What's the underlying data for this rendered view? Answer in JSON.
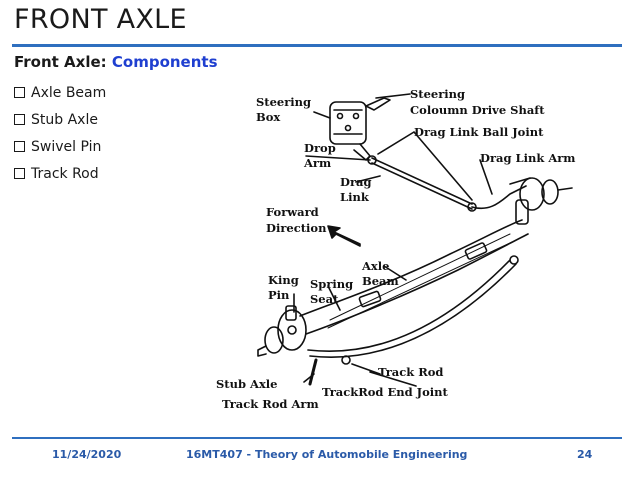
{
  "slide": {
    "title": "FRONT AXLE",
    "subtitle_prefix": "Front Axle: ",
    "subtitle_accent": "Components",
    "bullets": [
      "Axle Beam",
      "Stub Axle",
      "Swivel Pin",
      "Track Rod"
    ]
  },
  "figure": {
    "labels": {
      "steering_box_1": "Steering",
      "steering_box_2": "Box",
      "steering_col_1": "Steering",
      "steering_col_2": "Coloumn Drive Shaft",
      "drag_link_ball_joint": "Drag Link Ball Joint",
      "drop_arm_1": "Drop",
      "drop_arm_2": "Arm",
      "drag_link_arm": "Drag Link Arm",
      "drag_link_1": "Drag",
      "drag_link_2": "Link",
      "forward_1": "Forward",
      "forward_2": "Direction",
      "axle_beam_1": "Axle",
      "axle_beam_2": "Beam",
      "king_pin_1": "King",
      "king_pin_2": "Pin",
      "spring_seat_1": "Spring",
      "spring_seat_2": "Seat",
      "track_rod": "Track Rod",
      "stub_axle": "Stub Axle",
      "trackrod_end_joint": "TrackRod End Joint",
      "track_rod_arm": "Track Rod Arm"
    }
  },
  "footer": {
    "date": "11/24/2020",
    "course": "16MT407 - Theory of Automobile Engineering",
    "page": "24"
  },
  "colors": {
    "accent": "#2f6fbf",
    "subtitle_accent": "#1f3fd0",
    "footer_text": "#2a5aa8"
  }
}
